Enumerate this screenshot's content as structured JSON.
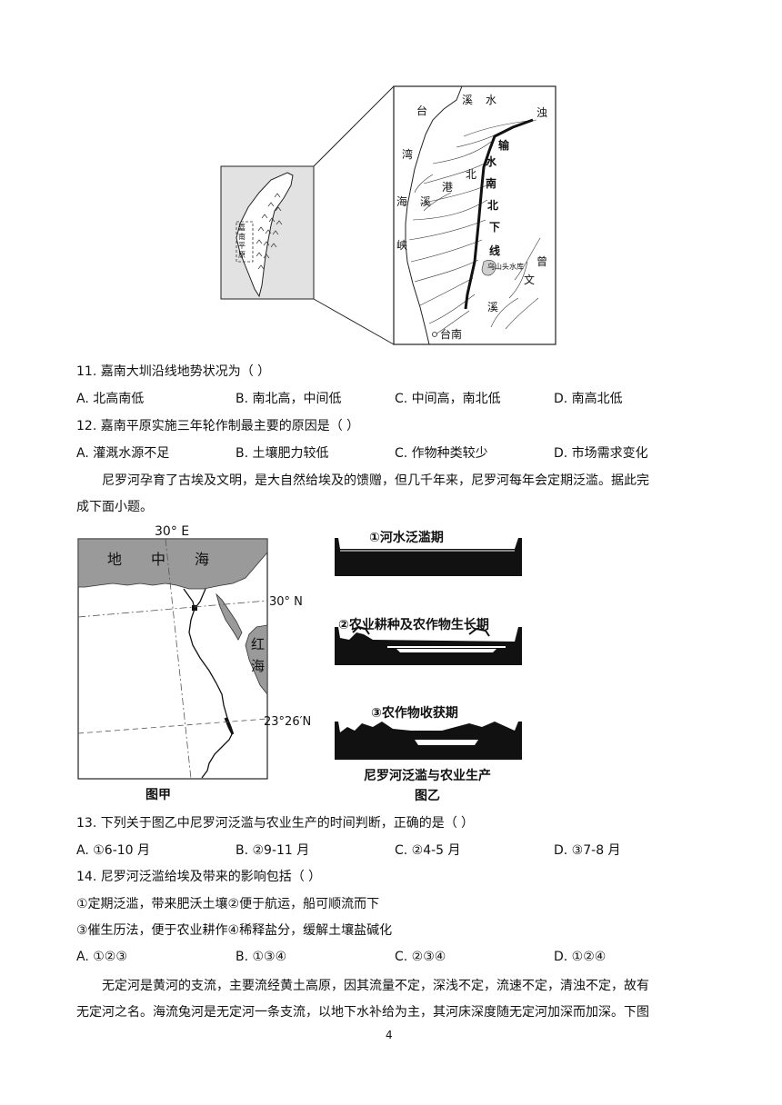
{
  "taiwan_map": {
    "inset_label": "嘉南平原",
    "labels": {
      "xi_shui": "溪水",
      "zhuo": "浊",
      "tai": "台",
      "wan": "湾",
      "hai": "海",
      "xia": "峡",
      "shu": "输",
      "shui": "水",
      "bei": "北",
      "nan": "南",
      "xia_down": "下",
      "xian": "线",
      "jiang": "港",
      "xi_small": "溪",
      "reservoir": "乌山头水库",
      "zeng": "曾",
      "wen": "文",
      "xi_end": "溪",
      "tainan": "台南"
    }
  },
  "questions_a": [
    {
      "id": "q11",
      "stem": "11.  嘉南大圳沿线地势状况为（      ）",
      "options": [
        "A.  北高南低",
        "B.  南北高，中间低",
        "C.  中间高，南北低",
        "D.  南高北低"
      ]
    },
    {
      "id": "q12",
      "stem": "12.  嘉南平原实施三年轮作制最主要的原因是（      ）",
      "options": [
        "A.  灌溉水源不足",
        "B.  土壤肥力较低",
        "C.  作物种类较少",
        "D.  市场需求变化"
      ]
    }
  ],
  "nile_intro": {
    "line1": "尼罗河孕育了古埃及文明，是大自然给埃及的馈赠，但几千年来，尼罗河每年会定期泛滥。据此完",
    "line2": "成下面小题。"
  },
  "map_jia": {
    "lon_label": "30° E",
    "sea_label": [
      "地",
      "中",
      "海"
    ],
    "lat30_label": "30° N",
    "red_sea_label": [
      "红",
      "海"
    ],
    "tropic_label": "23°26′N",
    "caption": "图甲"
  },
  "map_yi": {
    "panel1": "①河水泛滥期",
    "panel2": "②农业耕种及农作物生长期",
    "panel3": "③农作物收获期",
    "title": "尼罗河泛滥与农业生产",
    "caption": "图乙"
  },
  "questions_b": [
    {
      "id": "q13",
      "stem": "13.  下列关于图乙中尼罗河泛滥与农业生产的时间判断，正确的是（      ）",
      "options": [
        "A. ①6-10 月",
        "B. ②9-11 月",
        "C. ②4-5 月",
        "D. ③7-8 月"
      ]
    },
    {
      "id": "q14",
      "stem": "14.  尼罗河泛滥给埃及带来的影响包括（      ）",
      "lines": [
        "①定期泛滥，带来肥沃土壤②便于航运，船可顺流而下",
        "③催生历法，便于农业耕作④稀释盐分，缓解土壤盐碱化"
      ],
      "options": [
        "A. ①②③",
        "B. ①③④",
        "C. ②③④",
        "D. ①②④"
      ]
    }
  ],
  "wuding_intro": {
    "line1": "无定河是黄河的支流，主要流经黄土高原，因其流量不定，深浅不定，流速不定，清浊不定，故有",
    "line2": "无定河之名。海流兔河是无定河一条支流，以地下水补给为主，其河床深度随无定河加深而加深。下图"
  },
  "page_number": "4"
}
